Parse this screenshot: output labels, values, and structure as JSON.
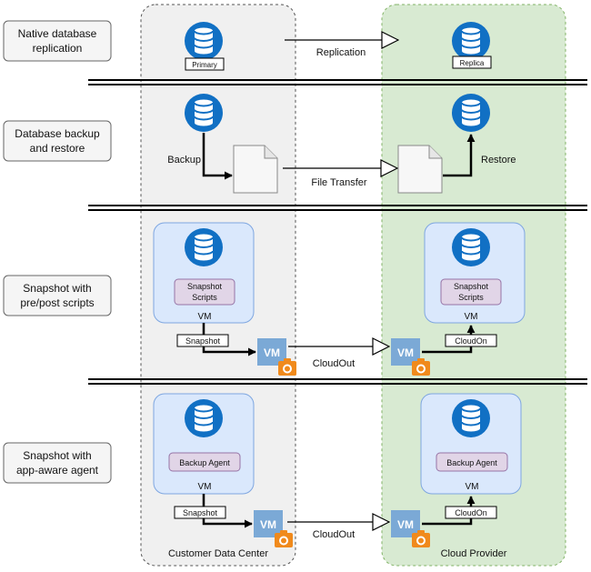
{
  "rows": {
    "native": {
      "label_line1": "Native database",
      "label_line2": "replication"
    },
    "backup": {
      "label_line1": "Database backup",
      "label_line2": "and restore"
    },
    "snapshot_scripts": {
      "label_line1": "Snapshot with",
      "label_line2": "pre/post scripts"
    },
    "snapshot_agent": {
      "label_line1": "Snapshot with",
      "label_line2": "app-aware agent"
    }
  },
  "columns": {
    "customer": {
      "label": "Customer Data Center"
    },
    "cloud": {
      "label": "Cloud Provider"
    }
  },
  "row1": {
    "primary_label": "Primary",
    "replica_label": "Replica",
    "arrow_label": "Replication"
  },
  "row2": {
    "backup_label": "Backup",
    "transfer_label": "File Transfer",
    "restore_label": "Restore"
  },
  "row3": {
    "left_box_line1": "Snapshot",
    "left_box_line2": "Scripts",
    "left_vm_label": "VM",
    "right_box_line1": "Snapshot",
    "right_box_line2": "Scripts",
    "right_vm_label": "VM",
    "snapshot_label": "Snapshot",
    "cloudon_label": "CloudOn",
    "cloudout_label": "CloudOut",
    "vm_icon_left": "VM",
    "vm_icon_right": "VM"
  },
  "row4": {
    "left_box_label": "Backup Agent",
    "left_vm_label": "VM",
    "right_box_label": "Backup Agent",
    "right_vm_label": "VM",
    "snapshot_label": "Snapshot",
    "cloudon_label": "CloudOn",
    "cloudout_label": "CloudOut",
    "vm_icon_left": "VM",
    "vm_icon_right": "VM"
  },
  "colors": {
    "db_blue": "#1170c4",
    "vm_blue": "#7ba9d6",
    "camera_orange": "#f08a1c",
    "customer_bg": "#f0f0f0",
    "cloud_bg": "#d8ead2",
    "vm_box_bg": "#dae8fc",
    "vm_box_border": "#7ea6e0",
    "script_box_bg": "#e1d5e7",
    "script_box_border": "#9673a6"
  }
}
